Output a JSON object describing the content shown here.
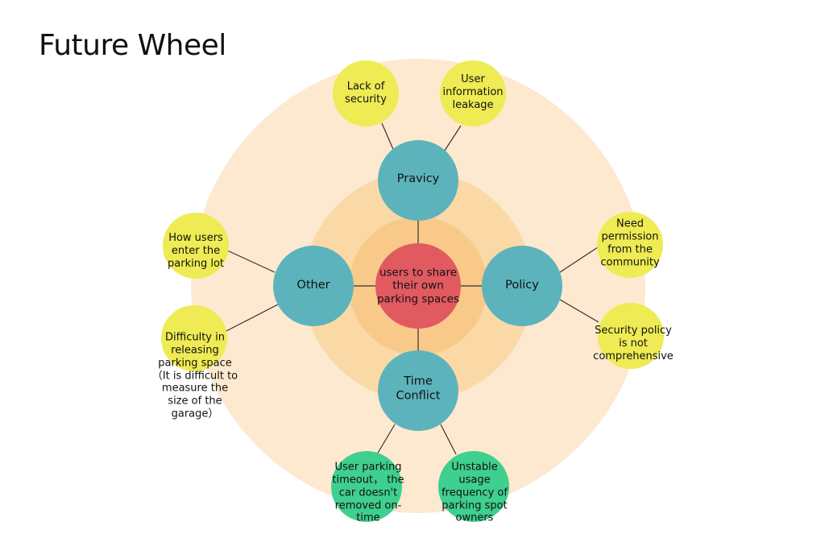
{
  "title": "Future Wheel",
  "colors": {
    "outer_ring": "#fde9cf",
    "middle_ring": "#fbcf8c",
    "inner_ring": "#f9c17a",
    "center": "#e05a60",
    "category": "#5cb3bc",
    "impact_yellow": "#eeeb54",
    "impact_green": "#3fcf8e",
    "line": "#333333"
  },
  "center": {
    "label": "users to share their own parking spaces"
  },
  "categories": [
    {
      "label": "Pravicy",
      "impacts": [
        {
          "label": "Lack of security",
          "color": "yellow"
        },
        {
          "label": "User information leakage",
          "color": "yellow"
        }
      ]
    },
    {
      "label": "Policy",
      "impacts": [
        {
          "label": "Need permission from the community",
          "color": "yellow"
        },
        {
          "label": "Security policy is not comprehensive",
          "color": "yellow"
        }
      ]
    },
    {
      "label": "Time Conflict",
      "impacts": [
        {
          "label": "User parking timeout， the car doesn't removed on-time",
          "color": "green"
        },
        {
          "label": "Unstable usage frequency of parking spot owners",
          "color": "green"
        }
      ]
    },
    {
      "label": "Other",
      "impacts": [
        {
          "label": "How users enter the parking lot",
          "color": "yellow"
        },
        {
          "label": "Difficulty in releasing parking space （It is difficult to measure the size of the garage）",
          "color": "yellow"
        }
      ]
    }
  ]
}
